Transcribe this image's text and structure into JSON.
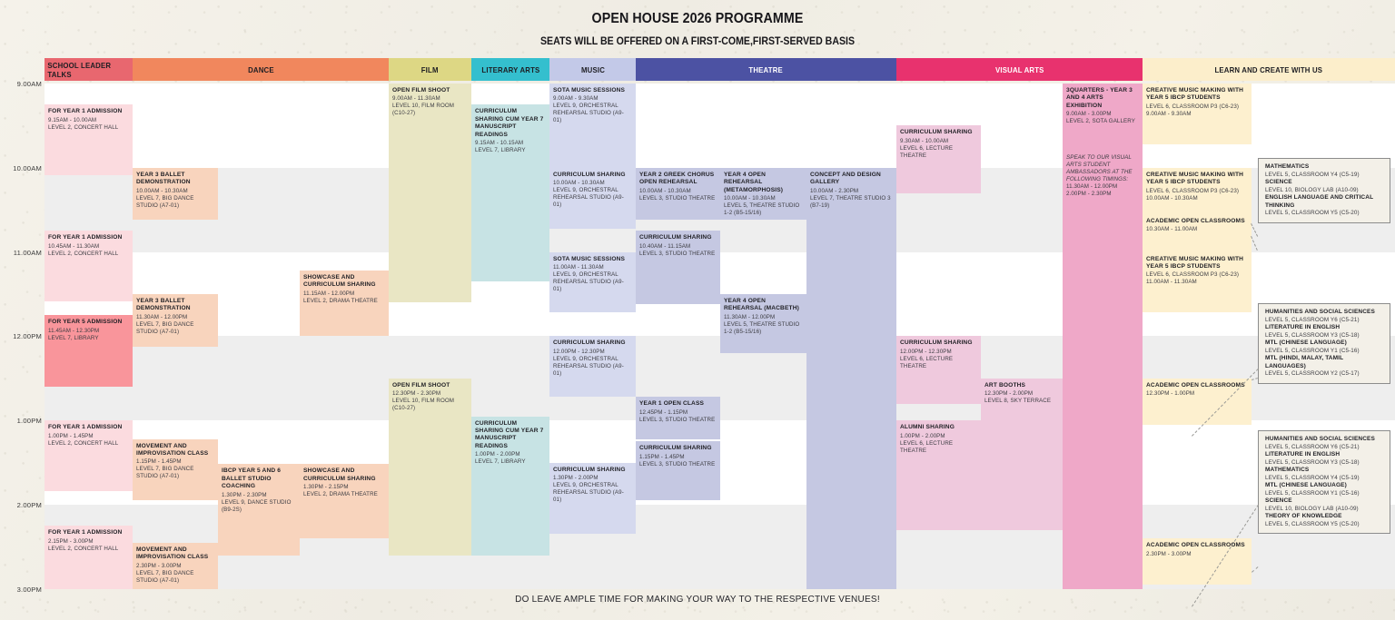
{
  "header": {
    "title": "OPEN HOUSE 2026 PROGRAMME",
    "subtitle": "SEATS WILL BE OFFERED ON A FIRST-COME,FIRST-SERVED BASIS"
  },
  "footer": {
    "note": "Do leave ample time for making your way to the respective venues!"
  },
  "time_axis": {
    "labels": [
      "9.00AM",
      "10.00AM",
      "11.00AM",
      "12.00PM",
      "1.00PM",
      "2.00PM",
      "3.00PM"
    ],
    "start": "9.00AM",
    "end": "3.00PM"
  },
  "columns": [
    {
      "label": "SCHOOL LEADER TALKS",
      "color": "#e8676f",
      "text_color": "#1d1d22"
    },
    {
      "label": "DANCE",
      "color": "#f1875d",
      "text_color": "#1d1d22"
    },
    {
      "label": "FILM",
      "color": "#ddd784",
      "text_color": "#1d1d22"
    },
    {
      "label": "LITERARY ARTS",
      "color": "#34bfce",
      "text_color": "#1d1d22"
    },
    {
      "label": "MUSIC",
      "color": "#c3c9e8",
      "text_color": "#1d1d22"
    },
    {
      "label": "THEATRE",
      "color": "#4c52a3",
      "text_color": "#ffffff"
    },
    {
      "label": "VISUAL ARTS",
      "color": "#e8326e",
      "text_color": "#ffffff"
    },
    {
      "label": "LEARN AND CREATE WITH US",
      "color": "#fceecb",
      "text_color": "#1d1d22"
    }
  ],
  "events": {
    "school_leader_talks": [
      {
        "title": "For Year 1 Admission",
        "time": "9.15AM - 10.00AM",
        "location": "Level 2, Concert Hall"
      },
      {
        "title": "For Year 1 Admission",
        "time": "10.45AM - 11.30AM",
        "location": "Level 2, Concert Hall"
      },
      {
        "title": "For Year 5 Admission",
        "time": "11.45AM - 12.30PM",
        "location": "Level 7, Library"
      },
      {
        "title": "For Year 1 Admission",
        "time": "1.00PM - 1.45PM",
        "location": "Level 2, Concert Hall"
      },
      {
        "title": "For Year 1 Admission",
        "time": "2.15PM - 3.00PM",
        "location": "Level 2, Concert Hall"
      }
    ],
    "dance": [
      {
        "title": "Year 3 Ballet demonstration",
        "time": "10.00AM - 10.30AM",
        "location": "Level 7, Big Dance Studio (A7-01)"
      },
      {
        "title": "Year 3 Ballet demonstration",
        "time": "11.30AM - 12.00PM",
        "location": "Level 7, Big Dance Studio (A7-01)"
      },
      {
        "title": "Movement and Improvisation Class",
        "time": "1.15PM - 1.45PM",
        "location": "Level 7, Big Dance Studio (A7-01)"
      },
      {
        "title": "Movement and Improvisation Class",
        "time": "2.30PM - 3.00PM",
        "location": "Level 7, Big Dance Studio (A7-01)"
      },
      {
        "title": "IBCP Year 5 and 6 ballet Studio Coaching",
        "time": "1.30PM - 2.30PM",
        "location": "Level 9, Dance Studio (B9-2S)"
      },
      {
        "title": "Showcase and Curriculum Sharing",
        "time": "11.15AM - 12.00PM",
        "location": "Level 2, Drama Theatre"
      },
      {
        "title": "Showcase and Curriculum Sharing",
        "time": "1.30PM - 2.15PM",
        "location": "Level 2, Drama Theatre"
      }
    ],
    "film": [
      {
        "title": "Open Film Shoot",
        "time": "9.00AM - 11.30AM",
        "location": "Level 10, Film Room (C10-27)"
      },
      {
        "title": "Open Film Shoot",
        "time": "12.30PM - 2.30PM",
        "location": "Level 10, Film Room (C10-27)"
      }
    ],
    "literary_arts": [
      {
        "title": "Curriculum Sharing cum Year 7 Manuscript Readings",
        "time": "9.15AM - 10.15AM",
        "location": "Level 7, Library"
      },
      {
        "title": "Curriculum Sharing cum Year 7 Manuscript Readings",
        "time": "1.00PM - 2.00PM",
        "location": "Level 7, Library"
      }
    ],
    "music": [
      {
        "title": "SOTA Music Sessions",
        "time": "9.00AM - 9.30AM",
        "location": "Level 9, Orchestral Rehearsal Studio (A9-01)"
      },
      {
        "title": "Curriculum Sharing",
        "time": "10.00AM - 10.30AM",
        "location": "Level 9, Orchestral Rehearsal Studio (A9-01)"
      },
      {
        "title": "SOTA Music Sessions",
        "time": "11.00AM - 11.30AM",
        "location": "Level 9, Orchestral Rehearsal Studio (A9-01)"
      },
      {
        "title": "Curriculum Sharing",
        "time": "12.00PM - 12.30PM",
        "location": "Level 9, Orchestral Rehearsal Studio (A9-01)"
      },
      {
        "title": "Curriculum Sharing",
        "time": "1.30PM - 2.00PM",
        "location": "Level 9, Orchestral Rehearsal Studio (A9-01)"
      }
    ],
    "theatre": [
      {
        "title": "Year 2 Greek Chorus Open Rehearsal",
        "time": "10.00AM - 10.30AM",
        "location": "Level 3, Studio Theatre"
      },
      {
        "title": "Curriculum Sharing",
        "time": "10.40AM - 11.15AM",
        "location": "Level 3, Studio Theatre"
      },
      {
        "title": "Year 1 Open Class",
        "time": "12.45PM - 1.15PM",
        "location": "Level 3, Studio Theatre"
      },
      {
        "title": "Curriculum Sharing",
        "time": "1.15PM - 1.45PM",
        "location": "Level 3, Studio Theatre"
      },
      {
        "title": "Year 4 Open Rehearsal (Metamorphosis)",
        "time": "10.00AM - 10.30AM",
        "location": "Level 5, Theatre Studio 1-2 (B5-15/16)"
      },
      {
        "title": "Year 4 Open Rehearsal (Macbeth)",
        "time": "11.30AM - 12.00PM",
        "location": "Level 5, Theatre Studio 1-2 (B5-15/16)"
      },
      {
        "title": "Concept and Design Gallery",
        "time": "10.00AM - 2.30PM",
        "location": "Level 7, Theatre Studio 3 (B7-19)"
      }
    ],
    "visual_arts": [
      {
        "title": "Curriculum Sharing",
        "time": "9.30AM - 10.00AM",
        "location": "Level 6, Lecture Theatre"
      },
      {
        "title": "Curriculum Sharing",
        "time": "12.00PM - 12.30PM",
        "location": "Level 6, Lecture Theatre"
      },
      {
        "title": "Alumni Sharing",
        "time": "1.00PM - 2.00PM",
        "location": "Level 6, Lecture Theatre"
      },
      {
        "title": "Art Booths",
        "time": "12.30PM - 2.00PM",
        "location": "Level 8, Sky Terrace"
      },
      {
        "title": "3Quarters - Year 3 and 4 Arts Exhibition",
        "time": "9.00AM - 3.00PM",
        "location": "Level 2, sota Gallery"
      }
    ],
    "visual_arts_note": {
      "text": "Speak to our Visual Arts student ambassadors at the following timings:",
      "timings": [
        "11.30AM - 12.00PM",
        "2.00PM - 2.30PM"
      ]
    },
    "learn_and_create": [
      {
        "title": "Creative music making with Year 5 IBCP students",
        "location": "Level 6, Classroom P3 (C6-23)",
        "time": "9.00AM - 9.30AM"
      },
      {
        "title": "Creative music making with Year 5 IBCP students",
        "location": "Level 6, Classroom P3 (C6-23)",
        "time": "10.00AM - 10.30AM"
      },
      {
        "title": "Academic Open Classrooms",
        "location": "",
        "time": "10.30AM - 11.00AM"
      },
      {
        "title": "Creative music making with Year 5 IBCP students",
        "location": "Level 6, Classroom P3 (C6-23)",
        "time": "11.00AM - 11.30AM"
      },
      {
        "title": "Academic Open Classrooms",
        "location": "",
        "time": "12.30PM - 1.00PM"
      },
      {
        "title": "Academic Open Classrooms",
        "location": "",
        "time": "2.30PM - 3.00PM"
      }
    ]
  },
  "callouts": [
    {
      "id": "callout-1",
      "rows": [
        {
          "subject": "Mathematics",
          "location": "Level 5, Classroom Y4 (C5-19)"
        },
        {
          "subject": "Science",
          "location": "Level 10, Biology Lab (A10-09)"
        },
        {
          "subject": "English Language and Critical Thinking",
          "location": "Level 5, Classroom Y5 (C5-20)"
        }
      ]
    },
    {
      "id": "callout-2",
      "rows": [
        {
          "subject": "Humanities and Social Sciences",
          "location": "Level 5, Classroom Y6 (C5-21)"
        },
        {
          "subject": "Literature in English",
          "location": "Level 5, Classroom Y3 (C5-18)"
        },
        {
          "subject": "MTL (Chinese Language)",
          "location": "Level 5, Classroom Y1 (C5-16)"
        },
        {
          "subject": "MTL (Hindi, Malay, Tamil Languages)",
          "location": "Level 5, Classroom Y2 (C5-17)"
        }
      ]
    },
    {
      "id": "callout-3",
      "rows": [
        {
          "subject": "Humanities and Social Sciences",
          "location": "Level 5, Classroom Y6 (C5-21)"
        },
        {
          "subject": "Literature in English",
          "location": "Level 5, Classroom Y3 (C5-18)"
        },
        {
          "subject": "Mathematics",
          "location": "Level 5, Classroom Y4 (C5-19)"
        },
        {
          "subject": "MTL (Chinese Language)",
          "location": "Level 5, Classroom Y1 (C5-16)"
        },
        {
          "subject": "Science",
          "location": "Level 10, Biology Lab (A10-09)"
        },
        {
          "subject": "Theory of Knowledge",
          "location": "Level 5, Classroom Y5 (C5-20)"
        }
      ]
    }
  ]
}
